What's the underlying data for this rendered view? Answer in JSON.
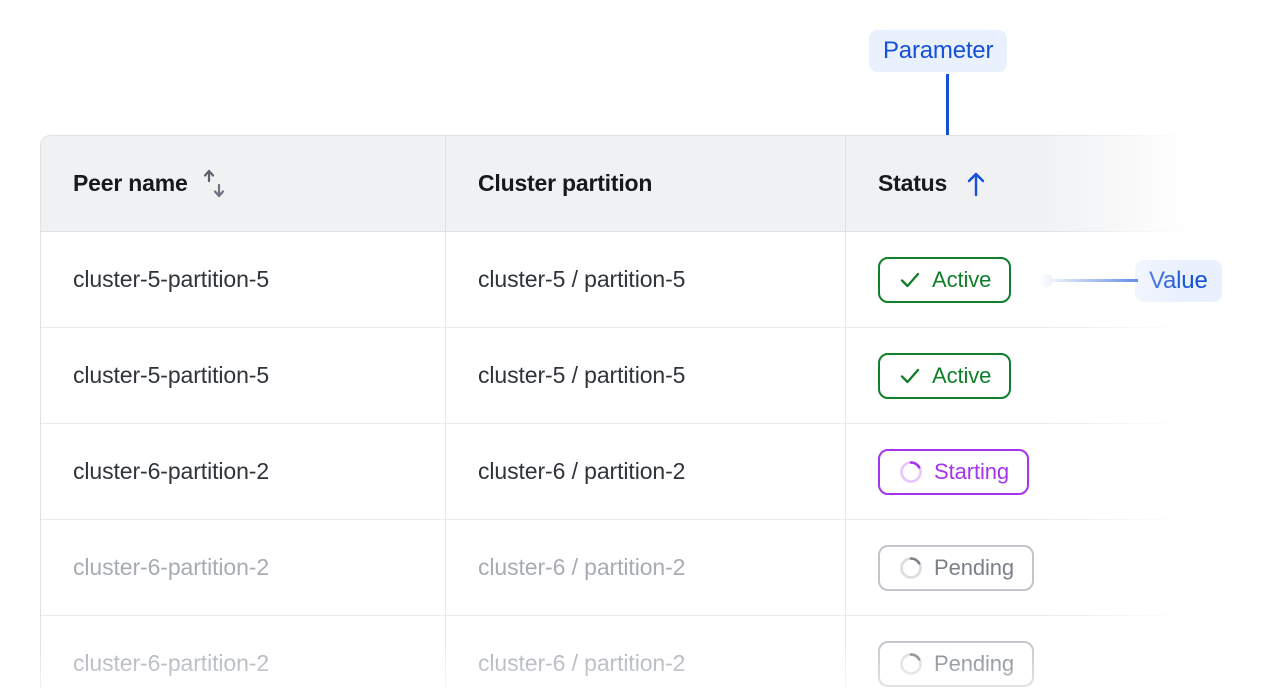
{
  "table": {
    "columns": [
      {
        "label": "Peer name",
        "sort_icon": "sort-updown-icon",
        "sort_state": "none"
      },
      {
        "label": "Cluster partition",
        "sort_icon": null,
        "sort_state": "none"
      },
      {
        "label": "Status",
        "sort_icon": "arrow-up-icon",
        "sort_state": "ascending"
      }
    ],
    "rows": [
      {
        "peer_name": "cluster-5-partition-5",
        "cluster_partition": "cluster-5 / partition-5",
        "status": "Active",
        "status_icon": "check-icon",
        "status_variant": "active",
        "muted": false
      },
      {
        "peer_name": "cluster-5-partition-5",
        "cluster_partition": "cluster-5 / partition-5",
        "status": "Active",
        "status_icon": "check-icon",
        "status_variant": "active",
        "muted": false
      },
      {
        "peer_name": "cluster-6-partition-2",
        "cluster_partition": "cluster-6 / partition-2",
        "status": "Starting",
        "status_icon": "spinner-icon",
        "status_variant": "starting",
        "muted": false
      },
      {
        "peer_name": "cluster-6-partition-2",
        "cluster_partition": "cluster-6 / partition-2",
        "status": "Pending",
        "status_icon": "spinner-icon",
        "status_variant": "pending",
        "muted": true
      },
      {
        "peer_name": "cluster-6-partition-2",
        "cluster_partition": "cluster-6 / partition-2",
        "status": "Pending",
        "status_icon": "spinner-icon",
        "status_variant": "pending",
        "muted": true
      }
    ]
  },
  "annotations": {
    "parameter": {
      "label": "Parameter",
      "target": "status-column-header"
    },
    "value": {
      "label": "Value",
      "target": "row-1-status-badge"
    }
  },
  "colors": {
    "accent_blue": "#1550d8",
    "callout_bg": "#e9f0fe",
    "status_active": "#0f8029",
    "status_starting": "#a633f0",
    "status_pending": "#7b818a",
    "header_bg": "#f0f1f3",
    "border": "#dfe1e5",
    "text": "#2f343b",
    "text_muted": "#a7acb4"
  }
}
